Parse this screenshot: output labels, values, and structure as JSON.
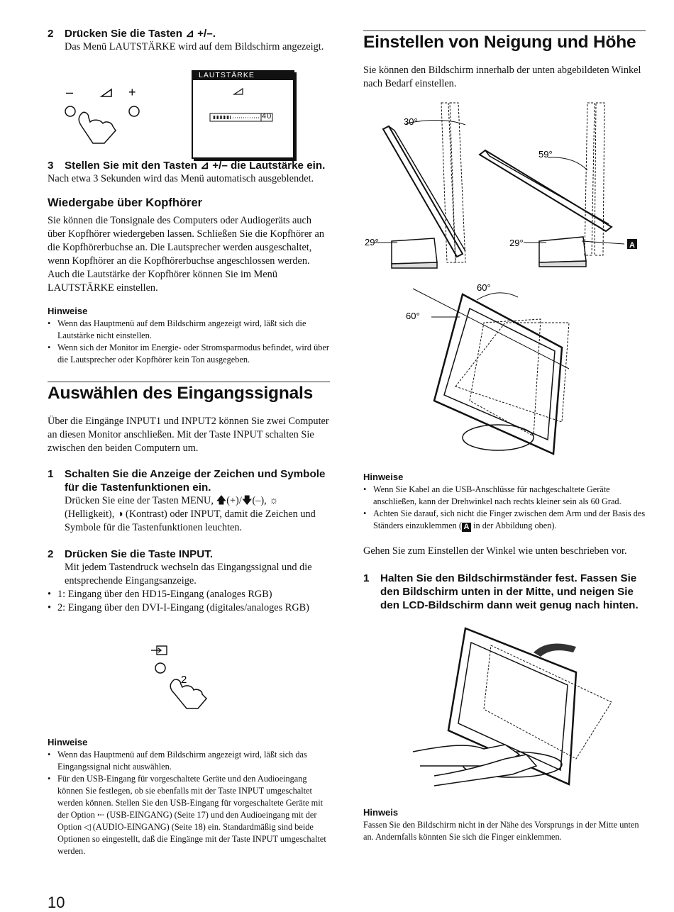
{
  "left": {
    "step2_vol": {
      "num": "2",
      "title": "Drücken Sie die Tasten ⊿ +/–.",
      "text": "Das Menü LAUTSTÄRKE wird auf dem Bildschirm angezeigt."
    },
    "osd": {
      "title": "LAUTSTÄRKE",
      "value": "40",
      "minus": "–",
      "plus": "+"
    },
    "step3_vol": {
      "num": "3",
      "title": "Stellen Sie mit den Tasten ⊿ +/– die Lautstärke ein.",
      "text": "Nach etwa 3 Sekunden wird das Menü automatisch ausgeblendet."
    },
    "headphone": {
      "heading": "Wiedergabe über Kopfhörer",
      "text": "Sie können die Tonsignale des Computers oder Audiogeräts auch über Kopfhörer wiedergeben lassen. Schließen Sie die Kopfhörer an die Kopfhörerbuchse an. Die Lautsprecher werden ausgeschaltet, wenn Kopfhörer an die Kopfhörerbuchse angeschlossen werden. Auch die Lautstärke der Kopfhörer können Sie im Menü LAUTSTÄRKE einstellen."
    },
    "notes1": {
      "heading": "Hinweise",
      "items": [
        "Wenn das Hauptmenü auf dem Bildschirm angezeigt wird, läßt sich die Lautstärke nicht einstellen.",
        "Wenn sich der Monitor im Energie- oder Stromsparmodus befindet, wird über die Lautsprecher oder Kopfhörer kein Ton ausgegeben."
      ]
    },
    "input_section": {
      "heading": "Auswählen des Eingangssignals",
      "intro": "Über die Eingänge INPUT1 und INPUT2 können Sie zwei Computer an diesen Monitor anschließen. Mit der Taste INPUT schalten Sie zwischen den beiden Computern um.",
      "step1_num": "1",
      "step1_title": "Schalten Sie die Anzeige der Zeichen und Symbole für die Tastenfunktionen ein.",
      "step1_text_a": "Drücken Sie eine der Tasten MENU, ",
      "step1_text_b": "(+)/",
      "step1_text_c": "(–), ☼ (Helligkeit), ◑ (Kontrast) oder INPUT, damit die Zeichen und Symbole für die Tastenfunktionen leuchten.",
      "step2_num": "2",
      "step2_title": "Drücken Sie die Taste INPUT.",
      "step2_text": "Mit jedem Tastendruck wechseln das Eingangssignal und die entsprechende Eingangsanzeige.",
      "step2_bullets": [
        "1: Eingang über den HD15-Eingang (analoges RGB)",
        "2: Eingang über den DVI-I-Eingang (digitales/analoges RGB)"
      ],
      "finger_label": "2"
    },
    "notes2": {
      "heading": "Hinweise",
      "item1": "Wenn das Hauptmenü auf dem Bildschirm angezeigt wird, läßt sich das Eingangssignal nicht auswählen.",
      "item2": "Für den USB-Eingang für vorgeschaltete Geräte und den Audioeingang können Sie festlegen, ob sie ebenfalls mit der Taste INPUT umgeschaltet werden können. Stellen Sie den USB-Eingang für vorgeschaltete Geräte mit der Option ⇠ (USB-EINGANG) (Seite 17) und den Audioeingang mit der Option ◁ (AUDIO-EINGANG) (Seite 18) ein. Standardmäßig sind beide Optionen so eingestellt, daß die Eingänge mit der Taste INPUT umgeschaltet werden."
    },
    "page_number": "10"
  },
  "right": {
    "heading": "Einstellen von Neigung und Höhe",
    "intro": "Sie können den Bildschirm innerhalb der unten abgebildeten Winkel nach Bedarf einstellen.",
    "fig1": {
      "angle_tilt_a": "30°",
      "angle_tilt_b": "59°",
      "angle_base_a": "29°",
      "angle_base_b": "29°",
      "marker": "A"
    },
    "fig2": {
      "angle_top": "60°",
      "angle_left": "60°"
    },
    "notes": {
      "heading": "Hinweise",
      "item1": "Wenn Sie Kabel an die USB-Anschlüsse für nachgeschaltete Geräte anschließen, kann der Drehwinkel nach rechts kleiner sein als 60 Grad.",
      "item2_a": "Achten Sie darauf, sich nicht die Finger zwischen dem Arm und der Basis des Ständers einzuklemmen (",
      "item2_marker": "A",
      "item2_b": " in der Abbildung oben)."
    },
    "instruction": "Gehen Sie zum Einstellen der Winkel wie unten beschrieben vor.",
    "step1_num": "1",
    "step1_title": "Halten Sie den Bildschirmständer fest. Fassen Sie den Bildschirm unten in der Mitte, und neigen Sie den LCD-Bildschirm dann weit genug nach hinten.",
    "hinweis": {
      "heading": "Hinweis",
      "text": "Fassen Sie den Bildschirm nicht in der Nähe des Vorsprungs in der Mitte unten an. Andernfalls könnten Sie sich die Finger einklemmen."
    }
  }
}
